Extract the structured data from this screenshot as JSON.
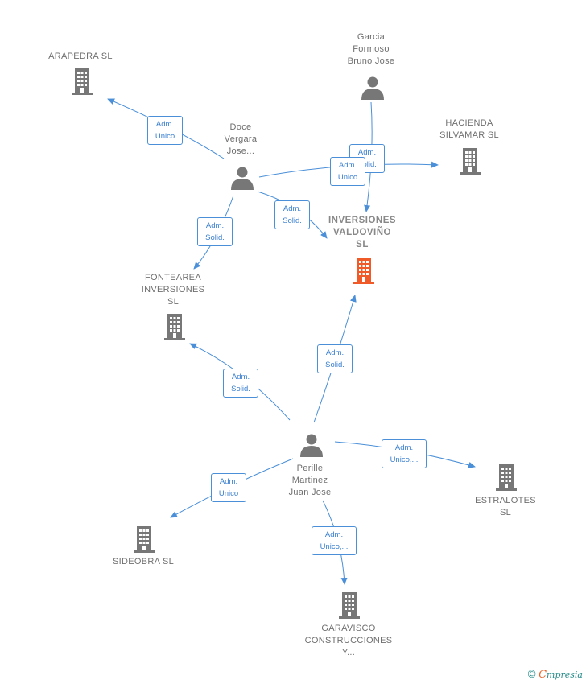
{
  "colors": {
    "edge": "#4a8fd8",
    "node": "#777777",
    "main_node": "#f05a28",
    "label": "#6f6f6f"
  },
  "nodes": {
    "arapedra": {
      "label": "ARAPEDRA  SL",
      "type": "company"
    },
    "garcia": {
      "label": "Garcia\nFormoso\nBruno Jose",
      "type": "person"
    },
    "doce": {
      "label": "Doce\nVergara\nJose...",
      "type": "person"
    },
    "hacienda": {
      "label": "HACIENDA\nSILVAMAR  SL",
      "type": "company"
    },
    "inversiones": {
      "label": "INVERSIONES\nVALDOVIÑO\nSL",
      "type": "company-main"
    },
    "fontearea": {
      "label": "FONTEAREA\nINVERSIONES\nSL",
      "type": "company"
    },
    "perille": {
      "label": "Perille\nMartinez\nJuan Jose",
      "type": "person"
    },
    "estralotes": {
      "label": "ESTRALOTES\nSL",
      "type": "company"
    },
    "sideobra": {
      "label": "SIDEOBRA  SL",
      "type": "company"
    },
    "garavisco": {
      "label": "GARAVISCO\nCONSTRUCCIONES\nY...",
      "type": "company"
    }
  },
  "edges": {
    "doce_arapedra": {
      "label": "Adm.\nUnico"
    },
    "garcia_inversiones": {
      "label": "Adm.\nSolid."
    },
    "doce_hacienda": {
      "label": "Adm.\nUnico"
    },
    "doce_inversiones": {
      "label": "Adm.\nSolid."
    },
    "doce_fontearea": {
      "label": "Adm.\nSolid."
    },
    "perille_inversiones": {
      "label": "Adm.\nSolid."
    },
    "perille_fontearea": {
      "label": "Adm.\nSolid."
    },
    "perille_estralotes": {
      "label": "Adm.\nUnico,..."
    },
    "perille_sideobra": {
      "label": "Adm.\nUnico"
    },
    "perille_garavisco": {
      "label": "Adm.\nUnico,..."
    }
  },
  "branding": {
    "copyright_symbol": "©",
    "initial": "C",
    "name": "mpresia"
  }
}
